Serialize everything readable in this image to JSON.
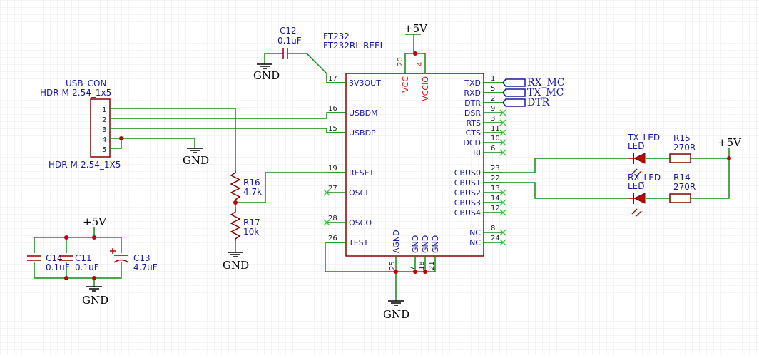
{
  "colors": {
    "grid": "#e8e8e8",
    "wire": "#128a12",
    "part": "#8b0000",
    "label": "#1a1aa0",
    "pin_num": "#202020",
    "power_pin": "#d01010",
    "junction": "#c00000",
    "nc_mark": "#33cc33",
    "text": "#000000"
  },
  "usb_connector": {
    "name": "USB_CON",
    "value": "HDR-M-2.54_1x5",
    "footprint": "HDR-M-2.54_1X5",
    "pins": [
      "1",
      "2",
      "3",
      "4",
      "5"
    ]
  },
  "c12": {
    "name": "C12",
    "value": "0.1uF"
  },
  "ic": {
    "name": "FT232",
    "value": "FT232RL-REEL",
    "top_pins": [
      {
        "num": "20",
        "name": "VCC"
      },
      {
        "num": "4",
        "name": "VCCIO"
      }
    ],
    "bottom_pins": [
      {
        "num": "25",
        "name": "AGND"
      },
      {
        "num": "7",
        "name": "GND"
      },
      {
        "num": "18",
        "name": "GND"
      },
      {
        "num": "21",
        "name": "GND"
      }
    ],
    "left_pins": [
      {
        "num": "17",
        "name": "3V3OUT"
      },
      {
        "num": "16",
        "name": "USBDM"
      },
      {
        "num": "15",
        "name": "USBDP"
      },
      {
        "num": "19",
        "name": "RESET"
      },
      {
        "num": "27",
        "name": "OSCI"
      },
      {
        "num": "28",
        "name": "OSCO"
      },
      {
        "num": "26",
        "name": "TEST"
      }
    ],
    "right_pins": [
      {
        "num": "1",
        "name": "TXD"
      },
      {
        "num": "5",
        "name": "RXD"
      },
      {
        "num": "2",
        "name": "DTR"
      },
      {
        "num": "9",
        "name": "DSR"
      },
      {
        "num": "3",
        "name": "RTS"
      },
      {
        "num": "11",
        "name": "CTS"
      },
      {
        "num": "10",
        "name": "DCD"
      },
      {
        "num": "6",
        "name": "RI"
      },
      {
        "num": "23",
        "name": "CBUS0"
      },
      {
        "num": "22",
        "name": "CBUS1"
      },
      {
        "num": "13",
        "name": "CBUS2"
      },
      {
        "num": "14",
        "name": "CBUS3"
      },
      {
        "num": "12",
        "name": "CBUS4"
      },
      {
        "num": "8",
        "name": "NC"
      },
      {
        "num": "24",
        "name": "NC"
      }
    ]
  },
  "net_labels": [
    "RX_MC",
    "TX_MC",
    "DTR"
  ],
  "r16": {
    "name": "R16",
    "value": "4.7k"
  },
  "r17": {
    "name": "R17",
    "value": "10k"
  },
  "tx_led": {
    "name": "TX_LED",
    "value": "LED"
  },
  "rx_led": {
    "name": "RX_LED",
    "value": "LED"
  },
  "r15": {
    "name": "R15",
    "value": "270R"
  },
  "r14": {
    "name": "R14",
    "value": "270R"
  },
  "c14": {
    "name": "C14",
    "value": "0.1uF"
  },
  "c11": {
    "name": "C11",
    "value": "0.1uF"
  },
  "c13": {
    "name": "C13",
    "value": "4.7uF"
  },
  "power": {
    "vcc": "+5V",
    "gnd": "GND"
  }
}
